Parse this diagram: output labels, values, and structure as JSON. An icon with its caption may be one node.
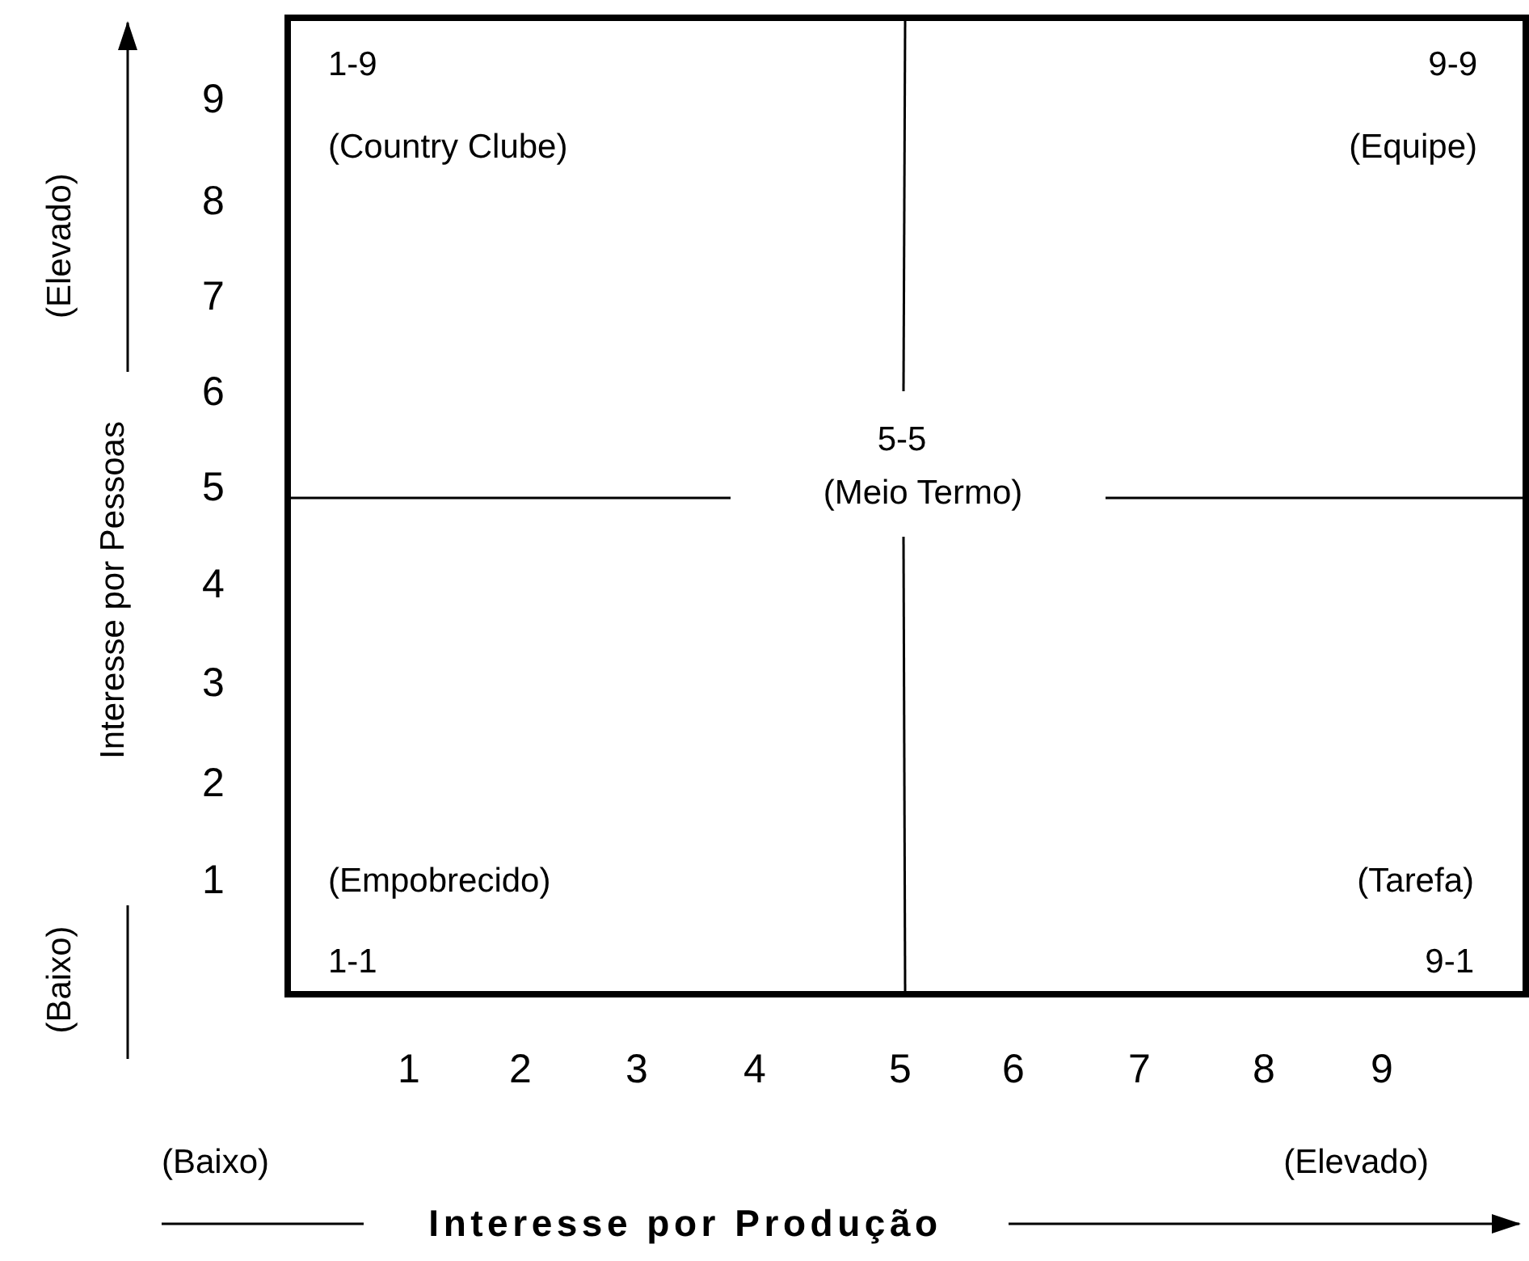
{
  "diagram": {
    "labels": [
      "(Elevado)",
      "Interesse por Pessoas",
      "(Baixo)",
      "9",
      "8",
      "7",
      "6",
      "5",
      "4",
      "3",
      "2",
      "1",
      "1-9",
      "(Country Clube)",
      "9-9",
      "(Equipe)",
      "5-5",
      "(Meio Termo)",
      "(Empobrecido)",
      "1-1",
      "(Tarefa)",
      "9-1",
      "1",
      "2",
      "3",
      "4",
      "5",
      "6",
      "7",
      "8",
      "9",
      "(Baixo)",
      "(Elevado)",
      "Interesse por Produção"
    ]
  }
}
